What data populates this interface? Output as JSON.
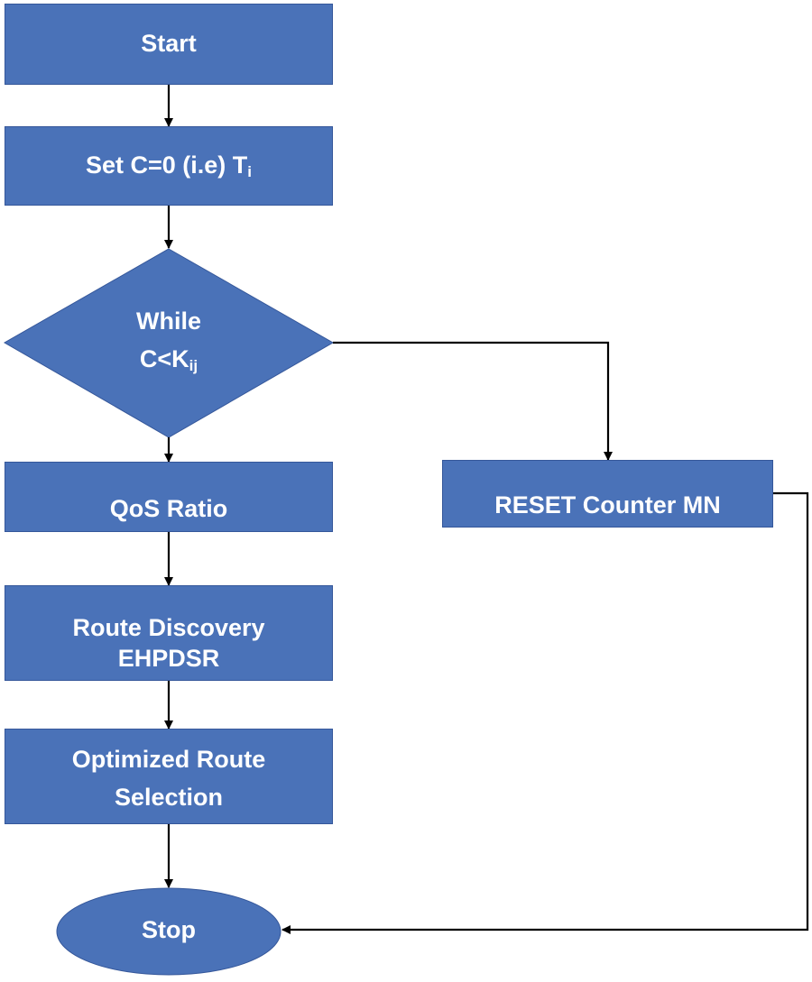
{
  "diagram": {
    "start": "Start",
    "set_c": {
      "text": "Set C=0 (i.e) T",
      "sub": "i"
    },
    "while": {
      "line1": "While",
      "line2": "C<K",
      "sub": "ij"
    },
    "qos_ratio": "QoS Ratio",
    "route_discovery": {
      "line1": "Route Discovery",
      "line2": "EHPDSR"
    },
    "optimized_route": {
      "line1": "Optimized Route",
      "line2": "Selection"
    },
    "stop": "Stop",
    "reset_counter": "RESET Counter MN"
  },
  "colors": {
    "node_fill": "#4a72b8",
    "node_border": "#35579a",
    "node_text": "#ffffff",
    "connector": "#000000"
  }
}
